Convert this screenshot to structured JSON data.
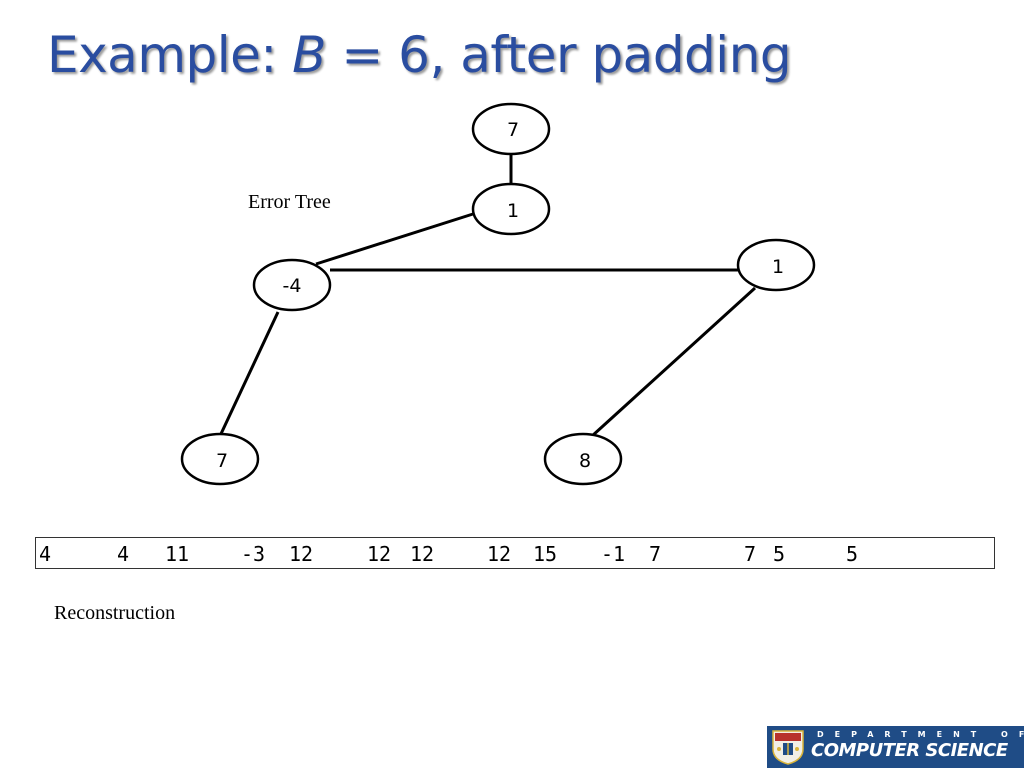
{
  "slide": {
    "title_prefix": "Example: ",
    "title_variable": "B",
    "title_suffix": " = 6, after padding"
  },
  "tree": {
    "caption": "Error Tree",
    "nodes": {
      "root": "7",
      "level1": "1",
      "level2_left": "-4",
      "level2_right": "1",
      "leaf_left": "7",
      "leaf_right": "8"
    }
  },
  "reconstruction": {
    "caption": "Reconstruction",
    "values": [
      "4",
      "4",
      "11",
      "-3",
      "12",
      "12",
      "12",
      "12",
      "15",
      "-1",
      "7",
      "7",
      "5",
      "5"
    ]
  },
  "logo": {
    "department_line": "DEPARTMENT OF",
    "name_line": "COMPUTER SCIENCE",
    "colors": {
      "background": "#1f4c86",
      "crest_red": "#b8322c",
      "crest_gold": "#d9b43a"
    }
  },
  "colors": {
    "title": "#2a4da0"
  }
}
